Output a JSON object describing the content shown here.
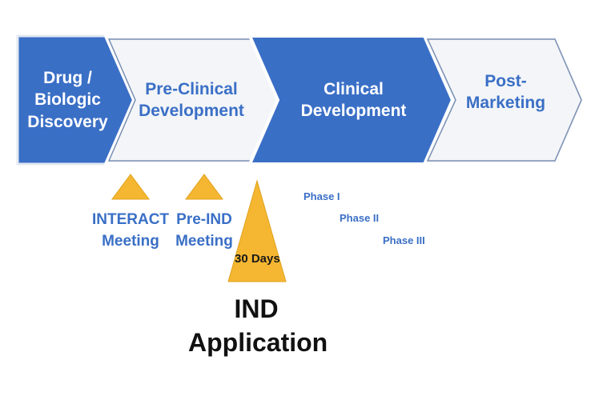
{
  "stages": [
    {
      "lines": [
        "Drug /",
        "Biologic",
        "Discovery"
      ],
      "style": "filled"
    },
    {
      "lines": [
        "Pre-Clinical",
        "Development"
      ],
      "style": "outline"
    },
    {
      "lines": [
        "Clinical",
        "Development"
      ],
      "style": "filled"
    },
    {
      "lines": [
        "Post-",
        "Marketing"
      ],
      "style": "outline"
    }
  ],
  "milestones": {
    "interact": {
      "lines": [
        "INTERACT",
        "Meeting"
      ]
    },
    "pre_ind": {
      "lines": [
        "Pre-IND",
        "Meeting"
      ]
    },
    "ind": {
      "days": "30 Days",
      "lines": [
        "IND",
        "Application"
      ]
    }
  },
  "phases": [
    "Phase I",
    "Phase II",
    "Phase III"
  ],
  "colors": {
    "blue_fill": "#3a6fc6",
    "blue_text": "#3a6fc6",
    "outline_fill": "#f3f5f8",
    "triangle": "#f5b731"
  }
}
